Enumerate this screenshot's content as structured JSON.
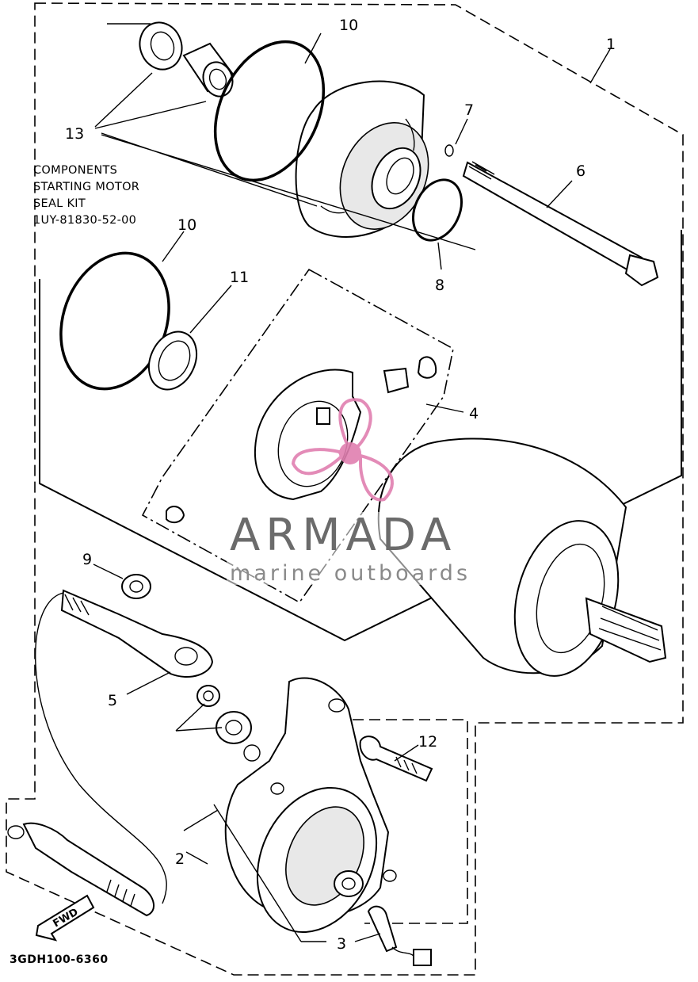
{
  "diagram": {
    "kit_label": [
      "COMPONENTS",
      "STARTING MOTOR",
      "SEAL KIT",
      "1UY-81830-52-00"
    ],
    "drawing_code": "3GDH100-6360",
    "fwd_label": "FWD",
    "callouts": {
      "c1": "1",
      "c2": "2",
      "c3": "3",
      "c4": "4",
      "c5": "5",
      "c6": "6",
      "c7": "7",
      "c8": "8",
      "c9": "9",
      "c10_top": "10",
      "c10_left": "10",
      "c11": "11",
      "c12": "12",
      "c13": "13"
    }
  },
  "watermark": {
    "brand": "ARMADA",
    "tagline": "marine outboards",
    "color_logo": "#e07fb0",
    "color_text": "#6b6b6b"
  }
}
